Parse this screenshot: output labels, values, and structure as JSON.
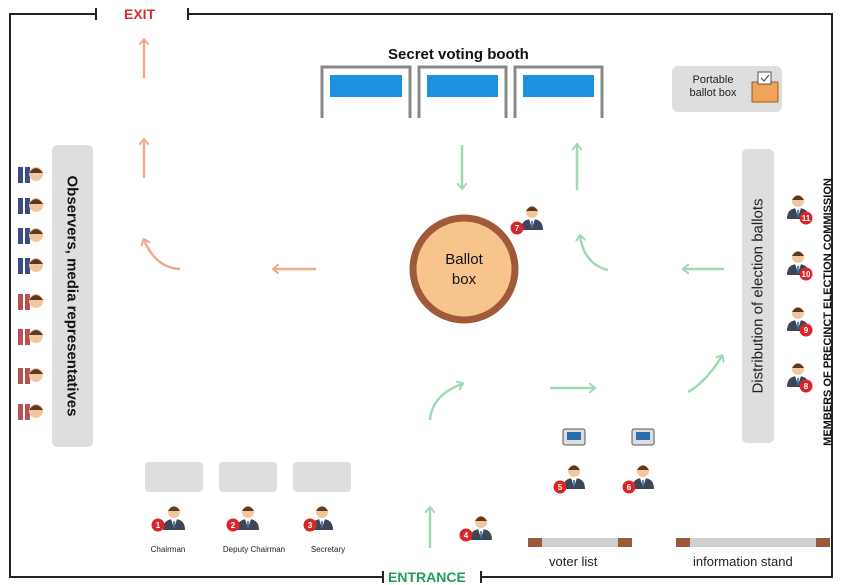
{
  "exit_label": "EXIT",
  "entrance_label": "ENTRANCE",
  "booth_title": "Secret voting booth",
  "portable_box": {
    "line1": "Portable",
    "line2": "ballot box"
  },
  "ballot_box": {
    "line1": "Ballot",
    "line2": "box"
  },
  "observers_label": "Observers, media representatives",
  "distribution_label": "Distribution of election ballots",
  "commission_label": "MEMBERS OF PRECINCT ELECTION COMMISSION",
  "table_roles": {
    "chairman": "Chairman",
    "deputy": "Deputy Chairman",
    "secretary": "Secretary"
  },
  "voter_list_label": "voter list",
  "info_stand_label": "information stand",
  "badges": [
    "1",
    "2",
    "3",
    "4",
    "5",
    "6",
    "7",
    "8",
    "9",
    "10",
    "11"
  ],
  "colors": {
    "exit": "#d62f2f",
    "entrance": "#1e9e52",
    "exit_arrows": "#f3a98d",
    "flow_arrows": "#9fd9b4",
    "booth_blue": "#1e90e0",
    "ballot_fill": "#f8c48e",
    "ballot_ring": "#a05a3a",
    "badge_red": "#d9262b",
    "panel_gray": "#dedede"
  }
}
